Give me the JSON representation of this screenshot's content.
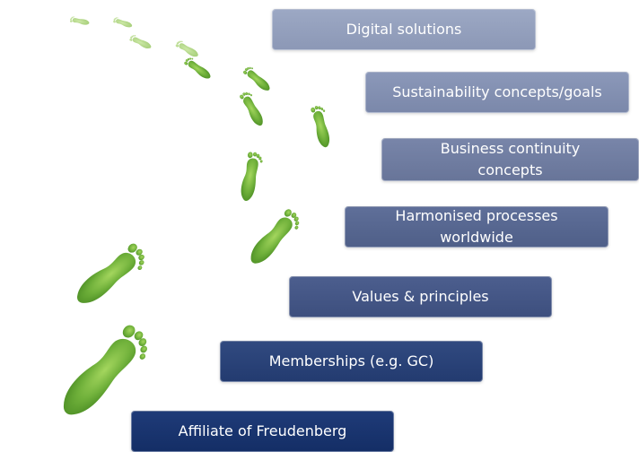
{
  "steps": [
    "Digital solutions",
    "Sustainability concepts/goals",
    "Business continuity concepts",
    "Harmonised processes worldwide",
    "Values & principles",
    "Memberships (e.g. GC)",
    "Affiliate of Freudenberg"
  ],
  "colors": {
    "footprint_green": "#6aac34",
    "footprint_light": "#9ccf5a",
    "box_top": "#9ca8c4",
    "box_bottom": "#142e66"
  }
}
